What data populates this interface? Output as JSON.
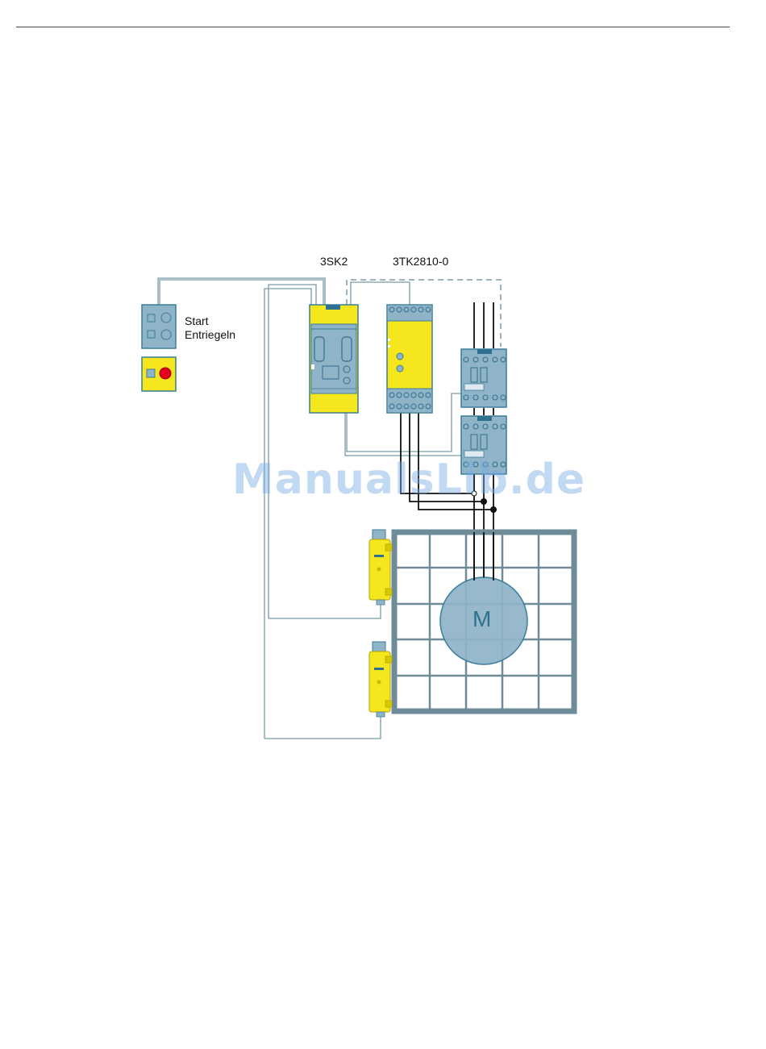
{
  "header": {
    "rule": true
  },
  "labels": {
    "safety_relay": "3SK2",
    "standstill_monitor": "3TK2810-0",
    "button_start": "Start",
    "button_unlock": "Entriegeln",
    "motor": "M"
  },
  "watermark": "ManualsLib.de",
  "colors": {
    "device_blue": "#8fb3c7",
    "device_outline": "#3a7d9a",
    "safety_yellow": "#f5e61e",
    "wire_grey": "#7a9aa8",
    "fence": "#6e8c98",
    "estop_red": "#e3001b"
  }
}
